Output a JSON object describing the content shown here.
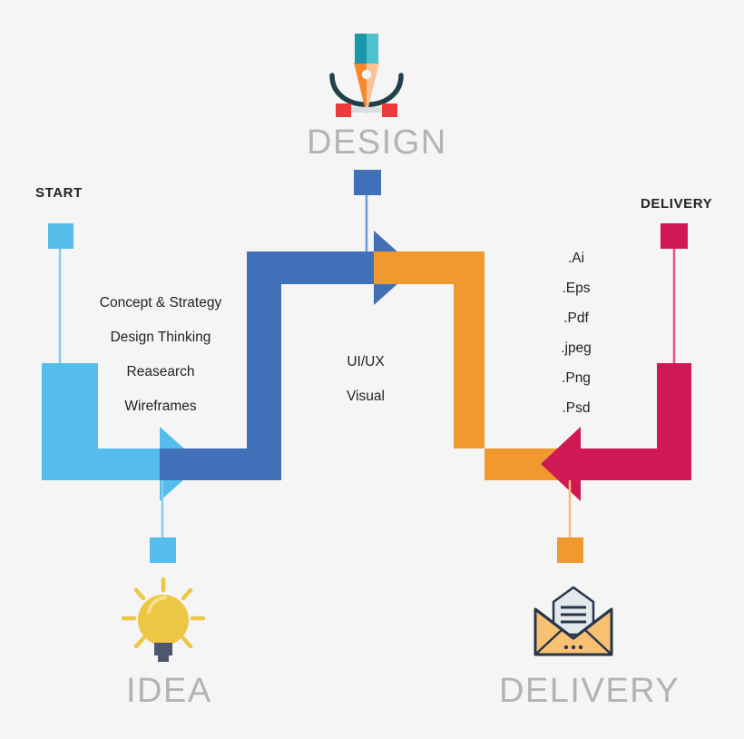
{
  "diagram": {
    "title_nodes": {
      "design": "DESIGN",
      "idea": "IDEA",
      "delivery_bottom": "DELIVERY"
    },
    "markers": {
      "start_label": "START",
      "delivery_label": "DELIVERY"
    },
    "stages": [
      {
        "key": "start",
        "color": "#55bdeb",
        "marker_label": "START",
        "items": []
      },
      {
        "key": "research",
        "color": "#4270b8",
        "items": [
          "Concept & Strategy",
          "Design Thinking",
          "Reasearch",
          "Wireframes"
        ]
      },
      {
        "key": "design",
        "color": "#f0992e",
        "items": [
          "UI/UX",
          "Visual"
        ]
      },
      {
        "key": "delivery",
        "color": "#cf1854",
        "items": [
          ".Ai",
          ".Eps",
          ".Pdf",
          ".jpeg",
          ".Png",
          ".Psd"
        ]
      }
    ],
    "left_list": [
      "Concept & Strategy",
      "Design Thinking",
      "Reasearch",
      "Wireframes"
    ],
    "center_list": [
      "UI/UX",
      "Visual"
    ],
    "right_list": [
      ".Ai",
      ".Eps",
      ".Pdf",
      ".jpeg",
      ".Png",
      ".Psd"
    ],
    "icons": {
      "design": "pen-nib-icon",
      "idea": "lightbulb-icon",
      "delivery": "envelope-icon"
    },
    "colors": {
      "light_blue": "#55bdeb",
      "blue": "#4270b8",
      "orange": "#f0992e",
      "crimson": "#cf1854",
      "background": "#f5f5f5",
      "heading_gray": "#b3b3b3",
      "text_dark": "#222222",
      "bulb_yellow": "#edc743",
      "bulb_base": "#4e576d",
      "envelope_navy": "#27364b",
      "envelope_amber": "#f8c172",
      "pen_teal": "#2aa9b8",
      "pen_orange": "#f4882c",
      "pen_peach": "#fbc396",
      "pen_red": "#ec3a3a",
      "pen_dark": "#20414a"
    }
  }
}
